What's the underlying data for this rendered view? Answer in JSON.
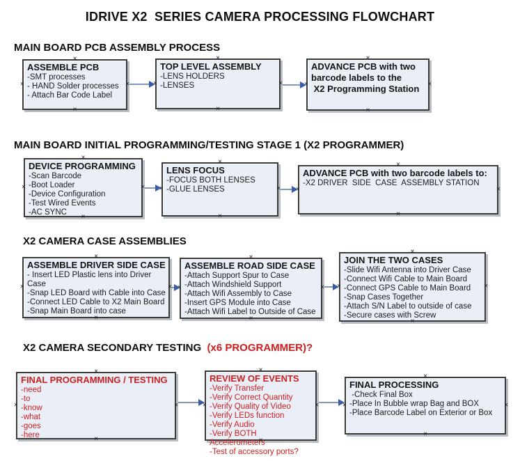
{
  "title": "IDRIVE X2  SERIES CAMERA PROCESSING FLOWCHART",
  "colors": {
    "box_fill": "#e9eef7",
    "box_border": "#3a3a3a",
    "box_shadow": "#b9bdc4",
    "arrow_line": "#8596bd",
    "arrow_head": "#3b5ba5",
    "red_text": "#cc2020",
    "black_text": "#111111"
  },
  "icons": {
    "glue_point": "×",
    "arrow_head": "▶"
  },
  "sections": [
    {
      "heading": "MAIN BOARD PCB ASSEMBLY PROCESS",
      "heading_red": "",
      "boxes": [
        {
          "header": "ASSEMBLE PCB",
          "items": [
            "-SMT processes",
            "- HAND Solder processes",
            "- Attach Bar Code Label"
          ]
        },
        {
          "header": "TOP LEVEL ASSEMBLY",
          "items": [
            "-LENS HOLDERS",
            "-LENSES"
          ]
        },
        {
          "header": "ADVANCE PCB with two\nbarcode labels to the\n X2 Programming Station",
          "items": []
        }
      ]
    },
    {
      "heading": "MAIN BOARD INITIAL PROGRAMMING/TESTING STAGE 1 (X2 PROGRAMMER)",
      "heading_red": "",
      "boxes": [
        {
          "header": "DEVICE PROGRAMMING",
          "items": [
            "-Scan Barcode",
            "-Boot Loader",
            "-Device Configuration",
            "-Test Wired Events",
            "-AC SYNC"
          ]
        },
        {
          "header": "LENS FOCUS",
          "items": [
            "-FOCUS BOTH LENSES",
            "-GLUE LENSES"
          ]
        },
        {
          "header": "ADVANCE PCB with two barcode labels to:",
          "items": [
            "-X2 DRIVER  SIDE  CASE  ASSEMBLY STATION"
          ]
        }
      ]
    },
    {
      "heading": "X2 CAMERA CASE ASSEMBLIES",
      "heading_red": "",
      "boxes": [
        {
          "header": "ASSEMBLE DRIVER SIDE CASE",
          "items": [
            "- Insert LED Plastic lens into Driver Case",
            "-Snap LED Board with Cable into Case",
            "-Connect LED Cable to X2 Main Board",
            "-Snap Main Board into case"
          ]
        },
        {
          "header": "ASSEMBLE ROAD SIDE CASE",
          "items": [
            "-Attach Support Spur to Case",
            "-Attach Windshield Support",
            "-Attach Wifi Assembly to Case",
            "-Insert GPS Module into Case",
            "-Attach Wifi Label to Outside of Case"
          ]
        },
        {
          "header": "JOIN THE TWO CASES",
          "items": [
            "-Slide Wifi Antenna into Driver Case",
            "-Connect Wifi Cable to Main Board",
            "-Connect GPS Cable to Main Board",
            "-Snap Cases Together",
            "-Attach S/N Label to outside of case",
            "-Secure cases with Screw"
          ]
        }
      ]
    },
    {
      "heading": "X2 CAMERA SECONDARY TESTING  ",
      "heading_red": "(x6 PROGRAMMER)?",
      "boxes": [
        {
          "header": "FINAL PROGRAMMING / TESTING",
          "items": [
            "-need",
            "-to",
            "-know",
            "-what",
            "-goes",
            "-here"
          ]
        },
        {
          "header": "REVIEW OF EVENTS",
          "items": [
            "-Verify Transfer",
            "-Verify Correct Quantity",
            "-Verify Quality of Video",
            "-Verify LEDs function",
            "-Verify Audio",
            "-Verify BOTH Accelerometers",
            "-Test of accessory ports?"
          ]
        },
        {
          "header": "FINAL PROCESSING",
          "items": [
            " -Check Final Box",
            "-Place In Bubble wrap Bag and BOX",
            "-Place Barcode Label on Exterior or Box"
          ]
        }
      ]
    }
  ]
}
